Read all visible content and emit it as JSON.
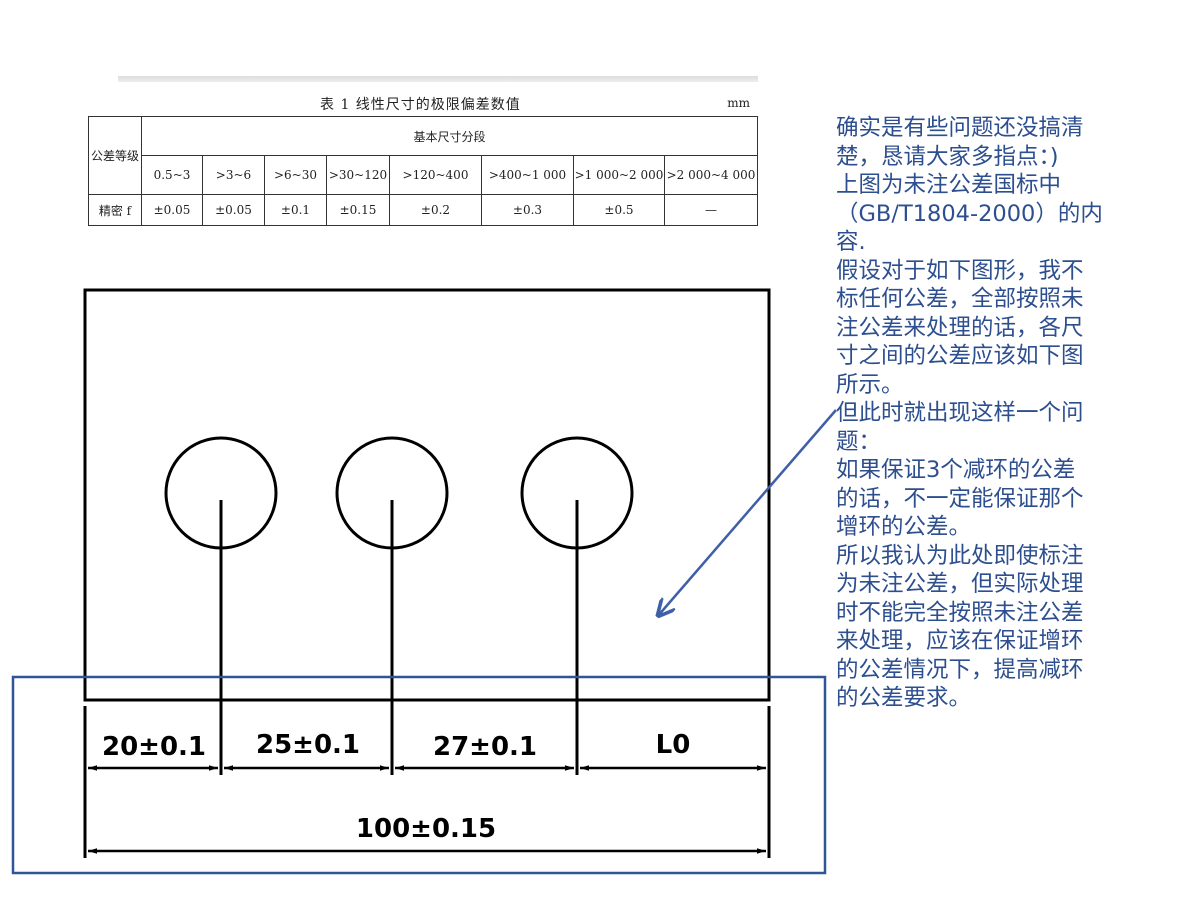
{
  "table": {
    "caption": "表 1   线性尺寸的极限偏差数值",
    "unit": "mm",
    "row_header": "公差等级",
    "group_header": "基本尺寸分段",
    "ranges": [
      "0.5~3",
      ">3~6",
      ">6~30",
      ">30~120",
      ">120~400",
      ">400~1 000",
      ">1 000~2 000",
      ">2 000~4 000"
    ],
    "grade": "精密 f",
    "deviations": [
      "±0.05",
      "±0.05",
      "±0.1",
      "±0.15",
      "±0.2",
      "±0.3",
      "±0.5",
      "—"
    ]
  },
  "drawing": {
    "dims": [
      "20±0.1",
      "25±0.1",
      "27±0.1",
      "L0"
    ],
    "total": "100±0.15"
  },
  "notes": [
    "确实是有些问题还没搞清",
    "楚，恳请大家多指点：)",
    "上图为未注公差国标中",
    "（GB/T1804-2000）的内",
    "容.",
    "假设对于如下图形，我不",
    "标任何公差，全部按照未",
    "注公差来处理的话，各尺",
    "寸之间的公差应该如下图",
    "所示。",
    "但此时就出现这样一个问",
    "题：",
    "如果保证3个减环的公差",
    "的话，不一定能保证那个",
    "增环的公差。",
    "所以我认为此处即使标注",
    "为未注公差，但实际处理",
    "时不能完全按照未注公差",
    "来处理，应该在保证增环",
    "的公差情况下，提高减环",
    "的公差要求。"
  ],
  "colors": {
    "note_text": "#2d4f8f",
    "highlight_box": "#2f5597",
    "arrow": "#3f5fa8",
    "line": "#000000"
  }
}
